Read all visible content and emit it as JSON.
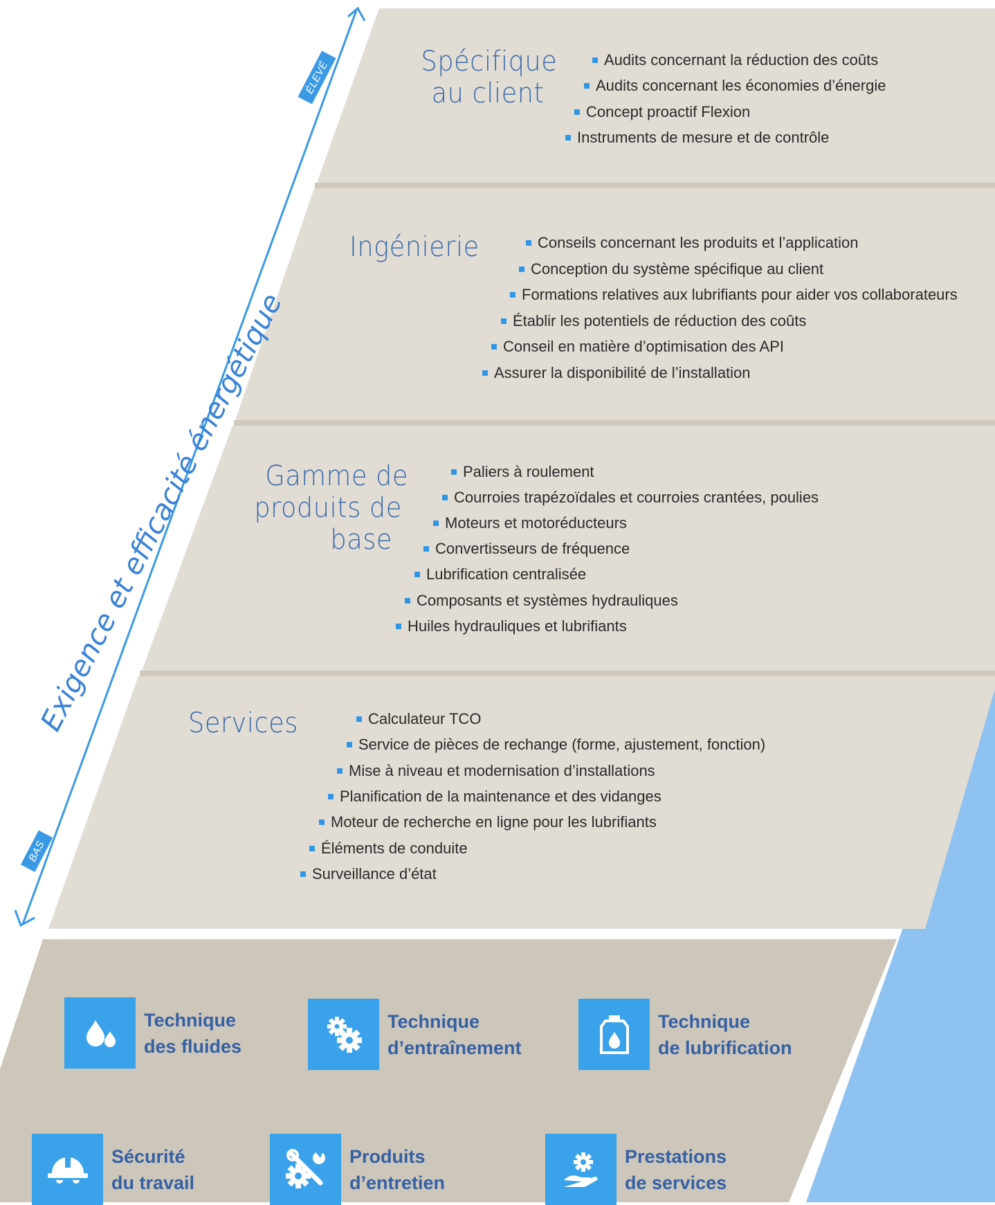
{
  "colors": {
    "panel": "#e1ddd5",
    "bottom_panel": "#ccc6bb",
    "divider": "#cfc9bd",
    "accent_blue": "#39a2ea",
    "title_blue": "#3d6aa8",
    "side_blue": "#8ec2f0"
  },
  "axis": {
    "label": "Exigence et efficacité énergétique",
    "high_label": "ÉLEVÉ",
    "low_label": "BAS"
  },
  "tiers": [
    {
      "title": "Spécifique au client",
      "items": [
        "Audits concernant la réduction des coûts",
        "Audits concernant les économies d’énergie",
        "Concept proactif Flexion",
        "Instruments de mesure et de contrôle"
      ]
    },
    {
      "title": "Ingénierie",
      "items": [
        "Conseils concernant les produits et l’application",
        "Conception du système spécifique au client",
        "Formations relatives aux lubrifiants pour aider vos collaborateurs",
        "Établir les potentiels de réduction des coûts",
        "Conseil en matière d’optimisation des API",
        "Assurer la disponibilité de l’installation"
      ]
    },
    {
      "title": "Gamme de produits de base",
      "items": [
        "Paliers à roulement",
        "Courroies trapézoïdales et courroies crantées, poulies",
        "Moteurs et motoréducteurs",
        "Convertisseurs de fréquence",
        "Lubrification centralisée",
        "Composants et systèmes hydrauliques",
        "Huiles hydrauliques et lubrifiants"
      ]
    },
    {
      "title": "Services",
      "items": [
        "Calculateur TCO",
        "Service de pièces de rechange (forme, ajustement, fonction)",
        "Mise à niveau et modernisation d’installations",
        "Planification de la maintenance et des vidanges",
        "Moteur de recherche en ligne pour les lubrifiants",
        "Éléments de conduite",
        "Surveillance d’état"
      ]
    }
  ],
  "title_lines": {
    "t0": [
      "Spécifique",
      "au client"
    ],
    "t1": [
      "Ingénierie"
    ],
    "t2": [
      "Gamme de",
      "produits de",
      "base"
    ],
    "t3": [
      "Services"
    ]
  },
  "categories": [
    {
      "line1": "Technique",
      "line2": "des fluides",
      "icon": "water-drops-icon"
    },
    {
      "line1": "Technique",
      "line2": "d’entraînement",
      "icon": "gears-icon"
    },
    {
      "line1": "Technique",
      "line2": "de lubrification",
      "icon": "oil-canister-icon"
    },
    {
      "line1": "Sécurité",
      "line2": "du travail",
      "icon": "safety-helmet-icon"
    },
    {
      "line1": "Produits",
      "line2": "d’entretien",
      "icon": "wrench-gear-icon"
    },
    {
      "line1": "Prestations",
      "line2": "de services",
      "icon": "service-hand-icon"
    }
  ]
}
